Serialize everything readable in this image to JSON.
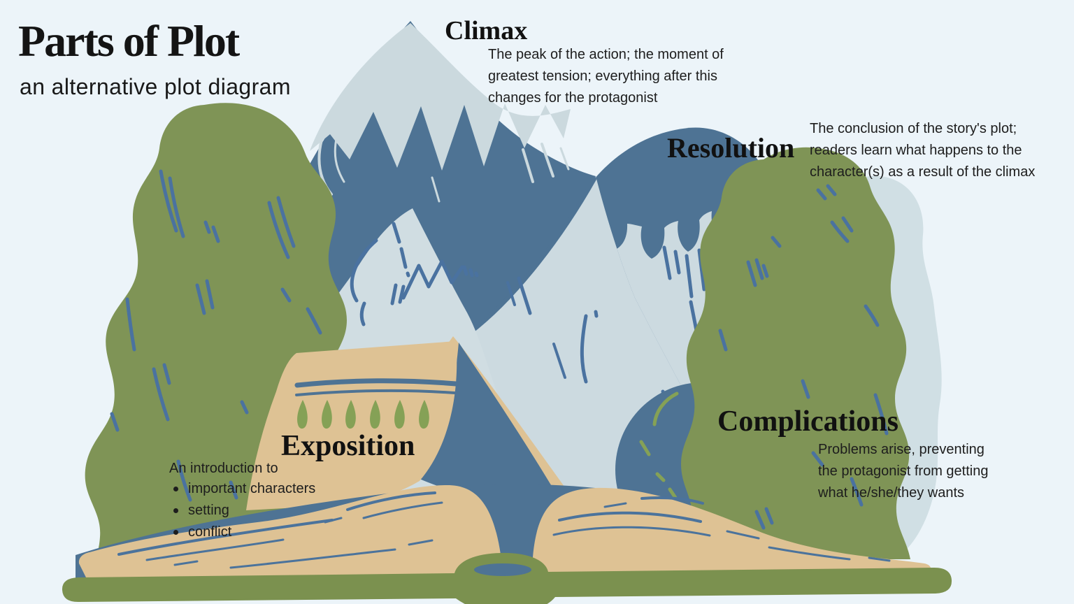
{
  "title": {
    "main": "Parts of Plot",
    "subtitle": "an alternative plot diagram"
  },
  "labels": {
    "climax": {
      "heading": "Climax",
      "lines": [
        "The peak of the action; the moment of",
        "greatest tension; everything after this",
        "changes for the protagonist"
      ]
    },
    "resolution": {
      "heading": "Resolution",
      "lines": [
        "The conclusion of the story's plot;",
        "readers learn what happens to the",
        "character(s) as a result of the climax"
      ]
    },
    "exposition": {
      "heading": "Exposition",
      "intro": "An introduction to",
      "bullets": [
        "important characters",
        "setting",
        "conflict"
      ]
    },
    "complications": {
      "heading": "Complications",
      "lines": [
        "Problems arise, preventing",
        "the protagonist from getting",
        "what he/she/they wants"
      ]
    }
  },
  "illustration": {
    "description": "Open storybook with a camping tent, snow-capped mountains, evergreen blob trees and a boulder",
    "elements": [
      "main-mountain",
      "right-mountain",
      "left-tree",
      "right-tree",
      "tent",
      "boulder",
      "open-book",
      "grass-base"
    ]
  },
  "colors": {
    "background": "#ecf4f9",
    "mountain_blue": "#4e7394",
    "light_slope": "#ccdae0",
    "snow_cap": "#cbd9de",
    "hill_blob": "#d0dfe4",
    "tree_green": "#7f9456",
    "grass_green": "#7b914f",
    "accent_green": "#85a156",
    "page_tan": "#dec294",
    "stroke_blue": "#4a72a0",
    "text": "#1b1b1b"
  }
}
